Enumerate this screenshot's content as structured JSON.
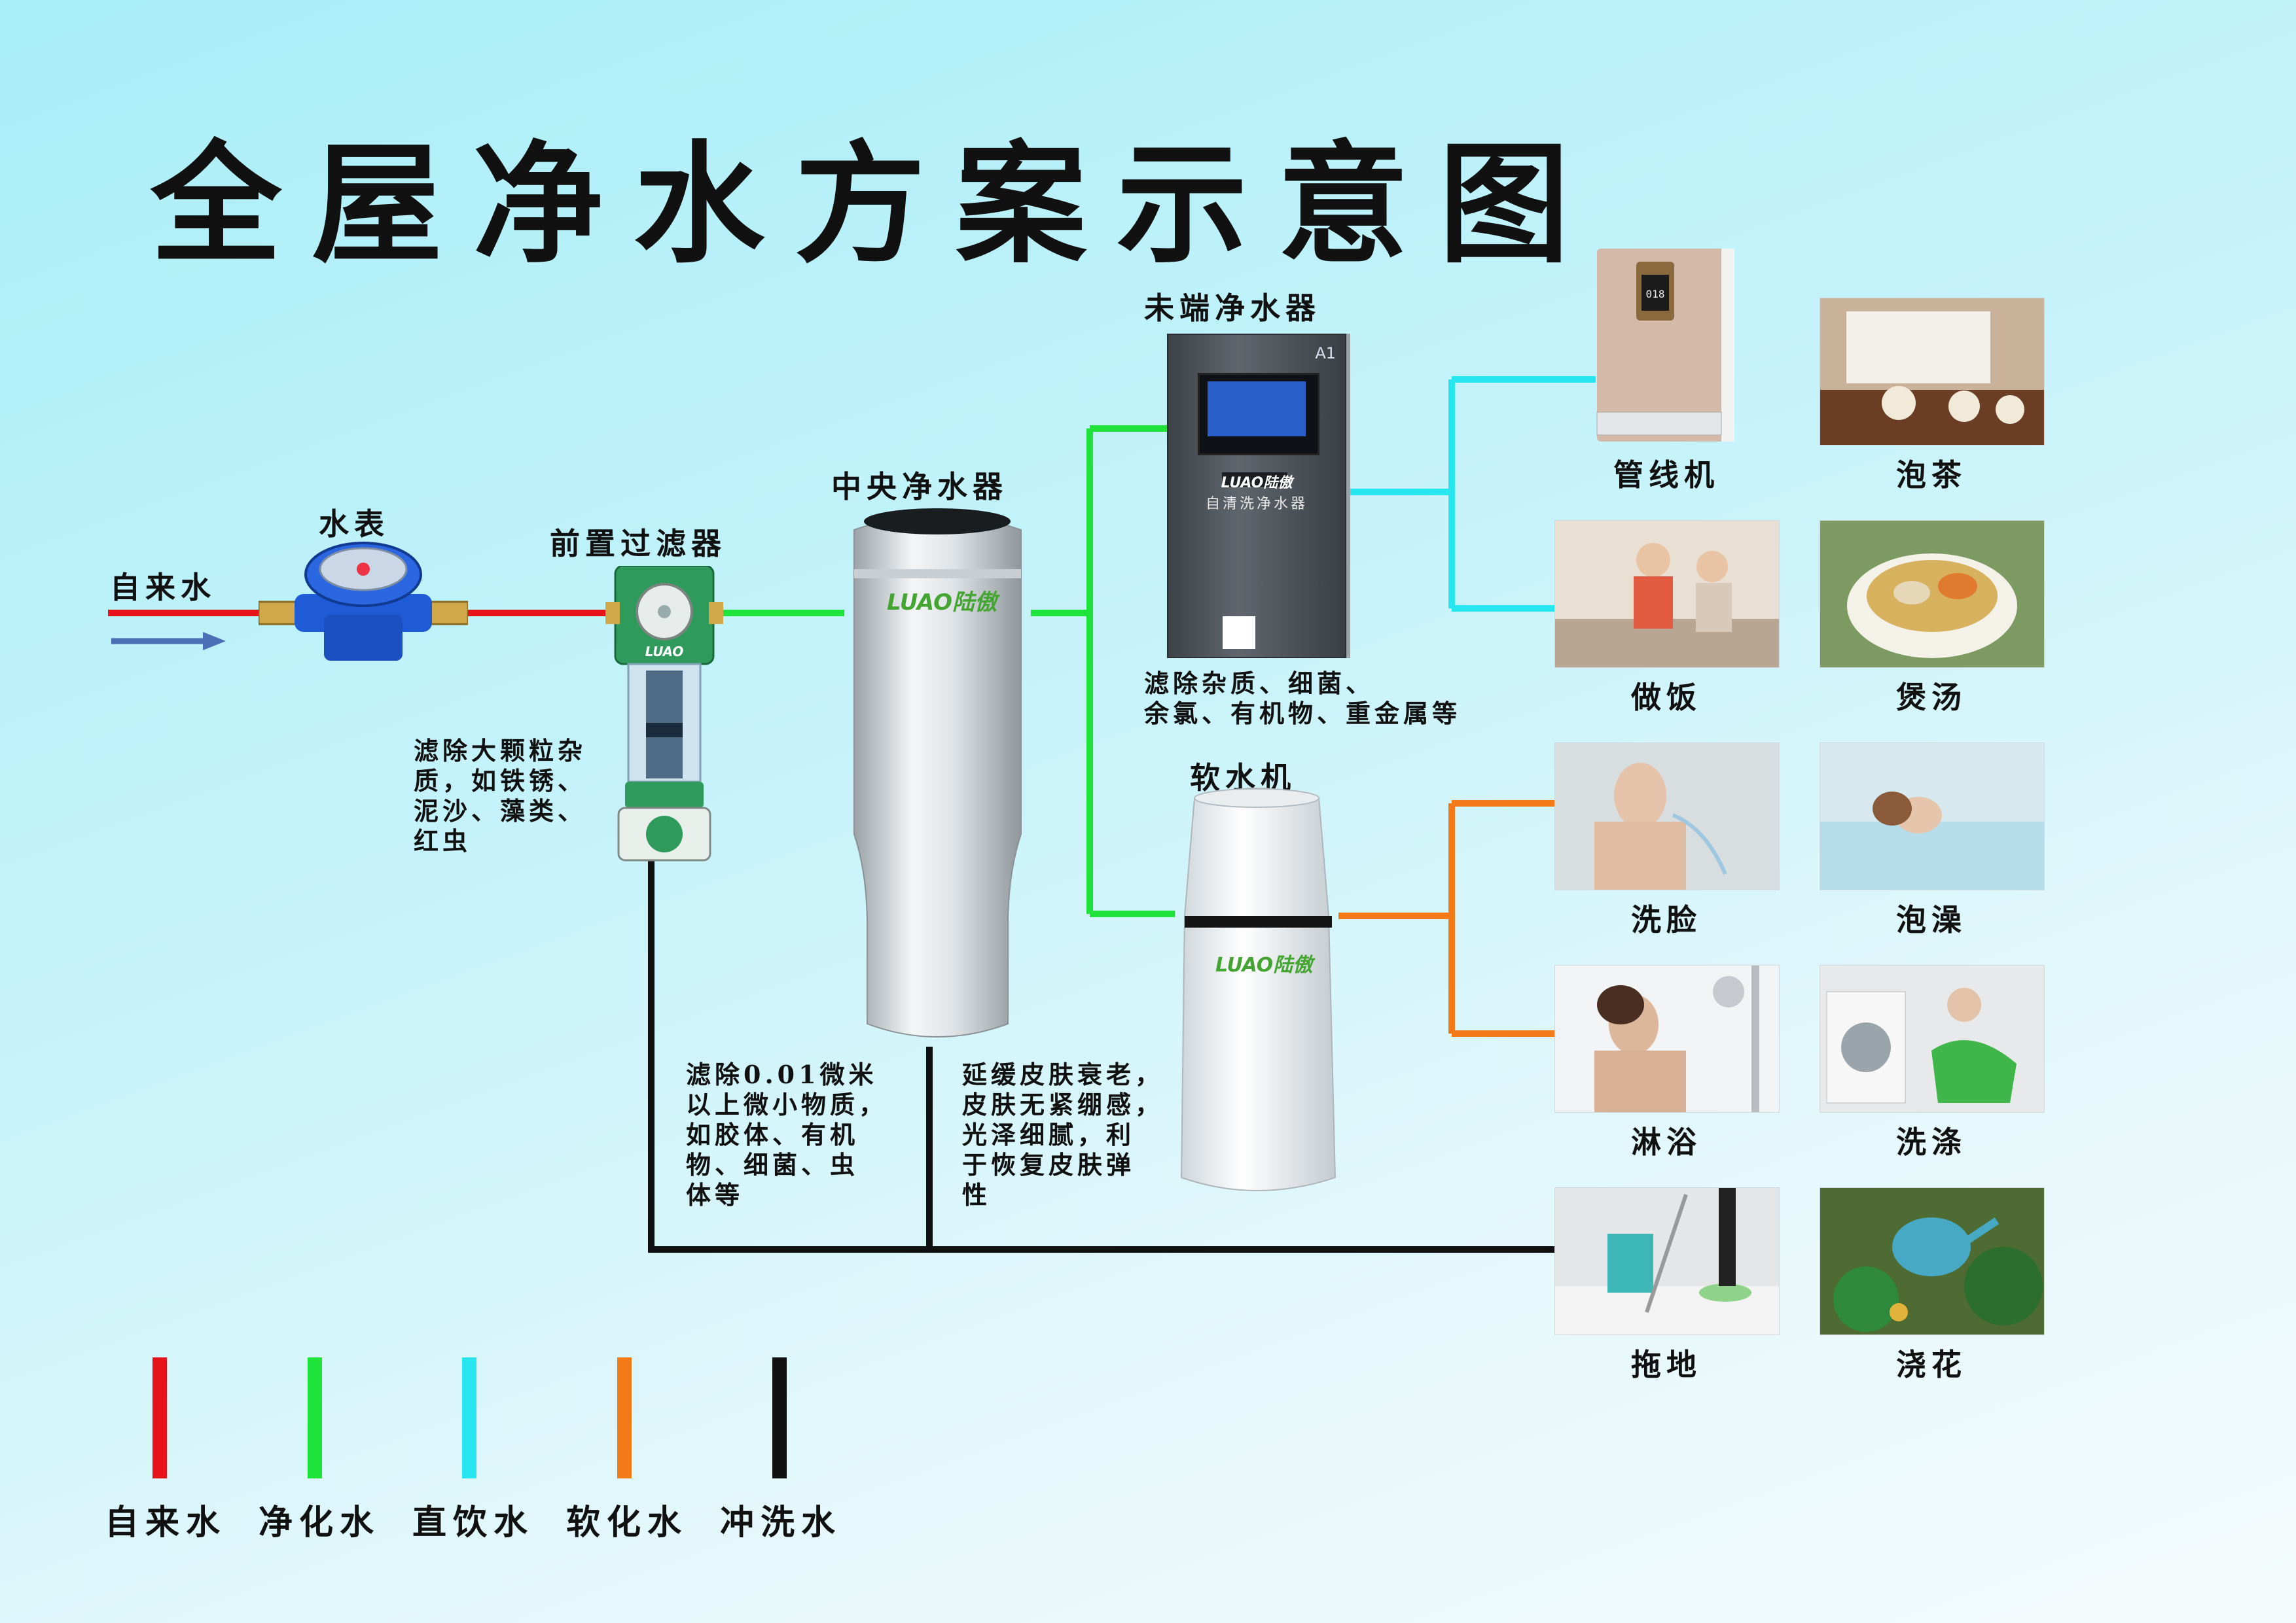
{
  "title": "全屋净水方案示意图",
  "colors": {
    "tap": "#e8131a",
    "purified": "#1fe33a",
    "direct": "#27e6f0",
    "softened": "#f47a18",
    "flush": "#111111"
  },
  "components": {
    "tap_water": "自来水",
    "water_meter": "水表",
    "pre_filter": "前置过滤器",
    "central_purifier": "中央净水器",
    "terminal_purifier": "未端净水器",
    "softener": "软水机"
  },
  "descriptions": {
    "pre_filter": [
      "滤除大颗粒杂",
      "质，如铁锈、",
      "泥沙、藻类、",
      "红虫"
    ],
    "central": [
      "滤除0.01微米",
      "以上微小物质，",
      "如胶体、有机",
      "物、细菌、虫",
      "体等"
    ],
    "softener": [
      "延缓皮肤衰老，",
      "皮肤无紧绷感，",
      "光泽细腻，利",
      "于恢复皮肤弹",
      "性"
    ],
    "terminal": [
      "滤除杂质、细菌、",
      "余氯、有机物、重金属等"
    ]
  },
  "device_text": {
    "central_brand": "LUAO陆傲",
    "softener_brand": "LUAO陆傲",
    "terminal_brand": "LUAO陆傲",
    "terminal_sub": "自清洗净水器",
    "terminal_model": "A1",
    "dispenser_display": "018"
  },
  "uses": {
    "pipeline_machine": "管线机",
    "tea": "泡茶",
    "cooking": "做饭",
    "soup": "煲汤",
    "face_wash": "洗脸",
    "bath": "泡澡",
    "shower": "淋浴",
    "laundry": "洗涤",
    "mopping": "拖地",
    "watering": "浇花"
  },
  "legend": [
    {
      "label": "自来水",
      "color": "#e8131a"
    },
    {
      "label": "净化水",
      "color": "#1fe33a"
    },
    {
      "label": "直饮水",
      "color": "#27e6f0"
    },
    {
      "label": "软化水",
      "color": "#f47a18"
    },
    {
      "label": "冲洗水",
      "color": "#111111"
    }
  ]
}
